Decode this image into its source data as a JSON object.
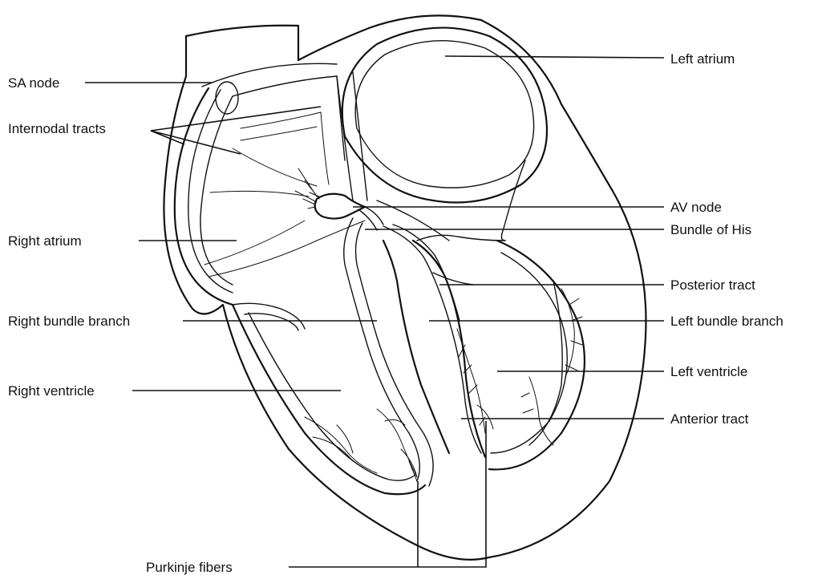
{
  "labels": {
    "sa_node": "SA node",
    "internodal_tracts": "Internodal tracts",
    "right_atrium": "Right atrium",
    "right_bundle_branch": "Right bundle branch",
    "right_ventricle": "Right ventricle",
    "purkinje_fibers": "Purkinje fibers",
    "left_atrium": "Left atrium",
    "av_node": "AV node",
    "bundle_of_his": "Bundle of His",
    "posterior_tract": "Posterior tract",
    "left_bundle_branch": "Left bundle branch",
    "left_ventricle": "Left ventricle",
    "anterior_tract": "Anterior tract"
  }
}
